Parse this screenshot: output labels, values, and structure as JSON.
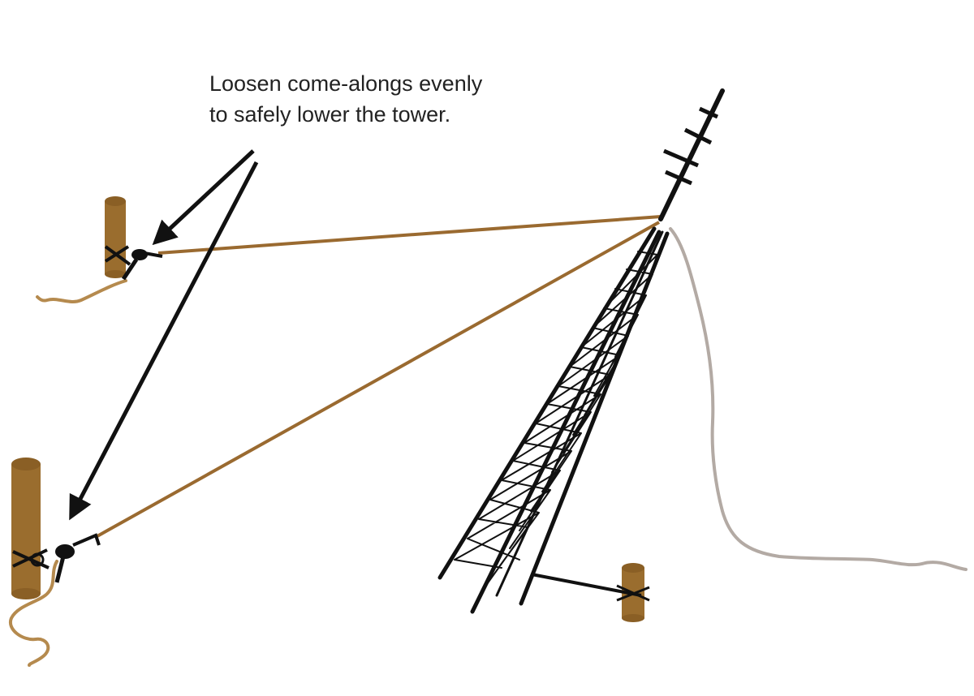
{
  "caption": {
    "line1": "Loosen come-alongs evenly",
    "line2": "to safely lower the tower."
  },
  "colors": {
    "background": "#ffffff",
    "text": "#222222",
    "wood_post": "#9a6d2e",
    "guy_rope": "#9a6a30",
    "tower_lattice": "#111111",
    "coax_cable": "#b3aaa4",
    "arrow": "#111111"
  },
  "icons": {
    "post": "wooden-anchor-post",
    "come_along": "come-along-winch",
    "tower": "lattice-tower",
    "antenna": "yagi-antenna"
  }
}
